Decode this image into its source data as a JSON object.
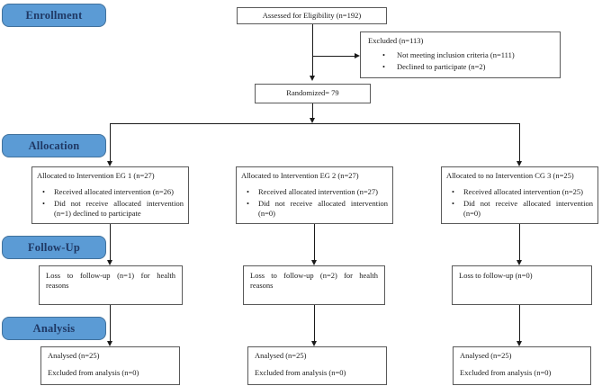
{
  "diagram": {
    "stages": [
      {
        "id": "enrollment",
        "label": "Enrollment"
      },
      {
        "id": "allocation",
        "label": "Allocation"
      },
      {
        "id": "followup",
        "label": "Follow-Up"
      },
      {
        "id": "analysis",
        "label": "Analysis"
      }
    ],
    "boxes": {
      "assessed": {
        "text": "Assessed for Eligibility (n=192)"
      },
      "excluded": {
        "title": "Excluded (n=113)",
        "bullets": [
          "Not meeting inclusion criteria (n=111)",
          "Declined to participate (n=2)"
        ]
      },
      "randomized": {
        "text": "Randomized= 79"
      },
      "alloc_eg1": {
        "title": "Allocated to Intervention EG 1 (n=27)",
        "bullets": [
          "Received allocated intervention (n=26)",
          "Did not receive allocated intervention (n=1) declined to participate"
        ]
      },
      "alloc_eg2": {
        "title": "Allocated to Intervention EG 2 (n=27)",
        "bullets": [
          "Received allocated intervention (n=27)",
          "Did not receive allocated intervention (n=0)"
        ]
      },
      "alloc_cg3": {
        "title": "Allocated to no Intervention CG 3 (n=25)",
        "bullets": [
          "Received allocated intervention (n=25)",
          "Did not receive allocated intervention (n=0)"
        ]
      },
      "followup_eg1": {
        "text": "Loss to follow-up (n=1) for health reasons"
      },
      "followup_eg2": {
        "text": "Loss to follow-up (n=2) for health reasons"
      },
      "followup_cg3": {
        "text": "Loss to follow-up (n=0)"
      },
      "analysis_eg1": {
        "line1": "Analysed (n=25)",
        "line2": "Excluded from analysis (n=0)"
      },
      "analysis_eg2": {
        "line1": "Analysed (n=25)",
        "line2": "Excluded from analysis (n=0)"
      },
      "analysis_cg3": {
        "line1": "Analysed (n=25)",
        "line2": "Excluded from analysis (n=0)"
      }
    },
    "glyphs": {
      "bullet": "•"
    },
    "colors": {
      "stage_fill": "#5b9bd5",
      "stage_border": "#41719c",
      "stage_text": "#1f3864",
      "box_border": "#595959",
      "line": "#1a1a1a"
    }
  }
}
